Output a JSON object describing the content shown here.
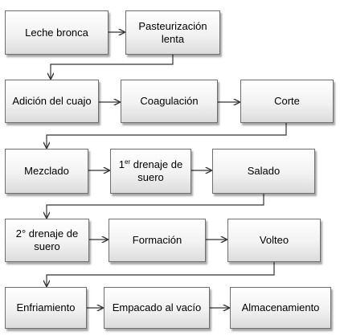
{
  "diagram": {
    "steps": {
      "s1": "Leche bronca",
      "s2": "Pasteurización lenta",
      "s3": "Adición del cuajo",
      "s4": "Coagulación",
      "s5": "Corte",
      "s6": "Mezclado",
      "s7_pre": "1",
      "s7_sup": "er",
      "s7_post": " drenaje de suero",
      "s8": "Salado",
      "s9": "2° drenaje de suero",
      "s10": "Formación",
      "s11": "Volteo",
      "s12": "Enfriamiento",
      "s13": "Empacado al vacío",
      "s14": "Almacenamiento"
    },
    "colors": {
      "box_border": "#6f6f6f",
      "arrow": "#333333",
      "text": "#000000"
    }
  }
}
